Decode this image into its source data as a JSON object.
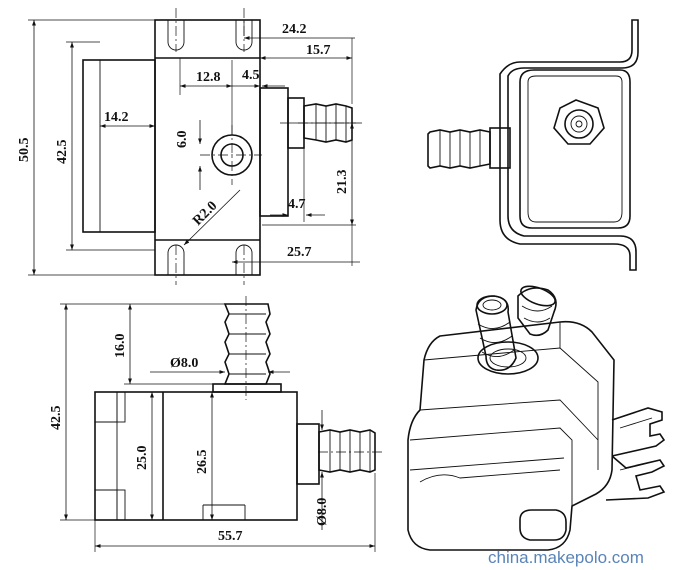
{
  "labels": {
    "d242": "24.2",
    "d157": "15.7",
    "d128": "12.8",
    "d45": "4.5",
    "d142": "14.2",
    "d505": "50.5",
    "d425_top": "42.5",
    "d60": "6.0",
    "d213": "21.3",
    "d47": "4.7",
    "r20": "R2.0",
    "d257": "25.7",
    "d160": "16.0",
    "phi80_top": "Ø8.0",
    "d425_side": "42.5",
    "d250": "25.0",
    "d265": "26.5",
    "phi80_side": "Ø8.0",
    "d557": "55.7"
  },
  "watermark": "china.makepolo.com"
}
